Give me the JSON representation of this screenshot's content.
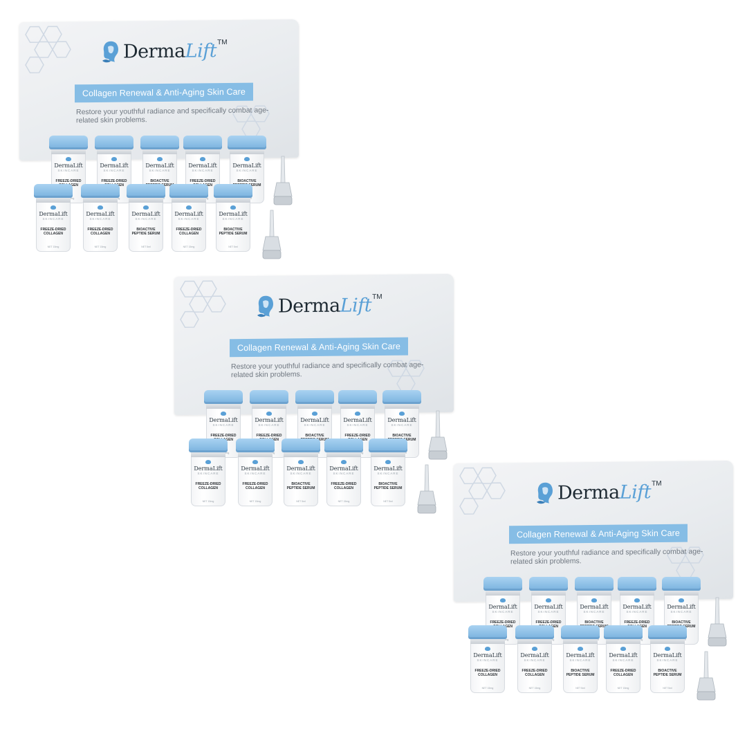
{
  "kits": [
    {
      "brand": "Derma",
      "brand_accent": "Lift",
      "trademark": "TM",
      "banner": "Collagen Renewal & Anti-Aging Skin Care",
      "description": "Restore your youthful radiance and specifically combat age-related skin problems.",
      "vials": [
        {
          "logo": "DermaLift",
          "sub": "SKINCARE",
          "name": "FREEZE-DRIED COLLAGEN",
          "net": "NET 15mg"
        },
        {
          "logo": "DermaLift",
          "sub": "SKINCARE",
          "name": "FREEZE-DRIED COLLAGEN",
          "net": "NET 15mg"
        },
        {
          "logo": "DermaLift",
          "sub": "SKINCARE",
          "name": "BIOACTIVE PEPTIDE SERUM",
          "net": "NET 5ml"
        },
        {
          "logo": "DermaLift",
          "sub": "SKINCARE",
          "name": "FREEZE-DRIED COLLAGEN",
          "net": "NET 15mg"
        },
        {
          "logo": "DermaLift",
          "sub": "SKINCARE",
          "name": "BIOACTIVE PEPTIDE SERUM",
          "net": "NET 5ml"
        }
      ]
    },
    {
      "brand": "Derma",
      "brand_accent": "Lift",
      "trademark": "TM",
      "banner": "Collagen Renewal & Anti-Aging Skin Care",
      "description": "Restore your youthful radiance and specifically combat age-related skin problems.",
      "vials": [
        {
          "logo": "DermaLift",
          "sub": "SKINCARE",
          "name": "FREEZE-DRIED COLLAGEN",
          "net": "NET 15mg"
        },
        {
          "logo": "DermaLift",
          "sub": "SKINCARE",
          "name": "FREEZE-DRIED COLLAGEN",
          "net": "NET 15mg"
        },
        {
          "logo": "DermaLift",
          "sub": "SKINCARE",
          "name": "BIOACTIVE PEPTIDE SERUM",
          "net": "NET 5ml"
        },
        {
          "logo": "DermaLift",
          "sub": "SKINCARE",
          "name": "FREEZE-DRIED COLLAGEN",
          "net": "NET 15mg"
        },
        {
          "logo": "DermaLift",
          "sub": "SKINCARE",
          "name": "BIOACTIVE PEPTIDE SERUM",
          "net": "NET 5ml"
        }
      ]
    },
    {
      "brand": "Derma",
      "brand_accent": "Lift",
      "trademark": "TM",
      "banner": "Collagen Renewal & Anti-Aging Skin Care",
      "description": "Restore your youthful radiance and specifically combat age-related skin problems.",
      "vials": [
        {
          "logo": "DermaLift",
          "sub": "SKINCARE",
          "name": "FREEZE-DRIED COLLAGEN",
          "net": "NET 15mg"
        },
        {
          "logo": "DermaLift",
          "sub": "SKINCARE",
          "name": "FREEZE-DRIED COLLAGEN",
          "net": "NET 15mg"
        },
        {
          "logo": "DermaLift",
          "sub": "SKINCARE",
          "name": "BIOACTIVE PEPTIDE SERUM",
          "net": "NET 5ml"
        },
        {
          "logo": "DermaLift",
          "sub": "SKINCARE",
          "name": "FREEZE-DRIED COLLAGEN",
          "net": "NET 15mg"
        },
        {
          "logo": "DermaLift",
          "sub": "SKINCARE",
          "name": "BIOACTIVE PEPTIDE SERUM",
          "net": "NET 5ml"
        }
      ]
    }
  ],
  "colors": {
    "accent": "#86bde5",
    "brand_dark": "#1e2a33",
    "cap_blue": "#8cbfe6",
    "background": "#ffffff"
  },
  "icons": {
    "logo": "woman-profile-icon",
    "dropper": "dropper-tip-icon"
  }
}
